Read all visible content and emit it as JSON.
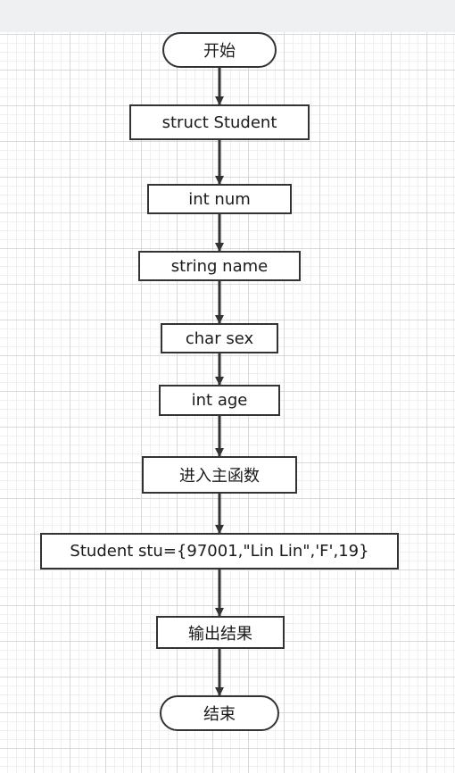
{
  "diagram": {
    "nodes": [
      {
        "id": "start",
        "label": "开始",
        "shape": "terminal"
      },
      {
        "id": "struct",
        "label": "struct Student",
        "shape": "process"
      },
      {
        "id": "num",
        "label": "int num",
        "shape": "process"
      },
      {
        "id": "name",
        "label": "string name",
        "shape": "process"
      },
      {
        "id": "sex",
        "label": "char sex",
        "shape": "process"
      },
      {
        "id": "age",
        "label": "int age",
        "shape": "process"
      },
      {
        "id": "main",
        "label": "进入主函数",
        "shape": "process"
      },
      {
        "id": "init",
        "label": "Student stu={97001,\"Lin Lin\",'F',19}",
        "shape": "process"
      },
      {
        "id": "output",
        "label": "输出结果",
        "shape": "process"
      },
      {
        "id": "end",
        "label": "结束",
        "shape": "terminal"
      }
    ],
    "edges": [
      {
        "from": "start",
        "to": "struct"
      },
      {
        "from": "struct",
        "to": "num"
      },
      {
        "from": "num",
        "to": "name"
      },
      {
        "from": "name",
        "to": "sex"
      },
      {
        "from": "sex",
        "to": "age"
      },
      {
        "from": "age",
        "to": "main"
      },
      {
        "from": "main",
        "to": "init"
      },
      {
        "from": "init",
        "to": "output"
      },
      {
        "from": "output",
        "to": "end"
      }
    ],
    "colors": {
      "stroke": "#333333",
      "fill": "#ffffff",
      "grid": "#d9d9d9"
    }
  }
}
